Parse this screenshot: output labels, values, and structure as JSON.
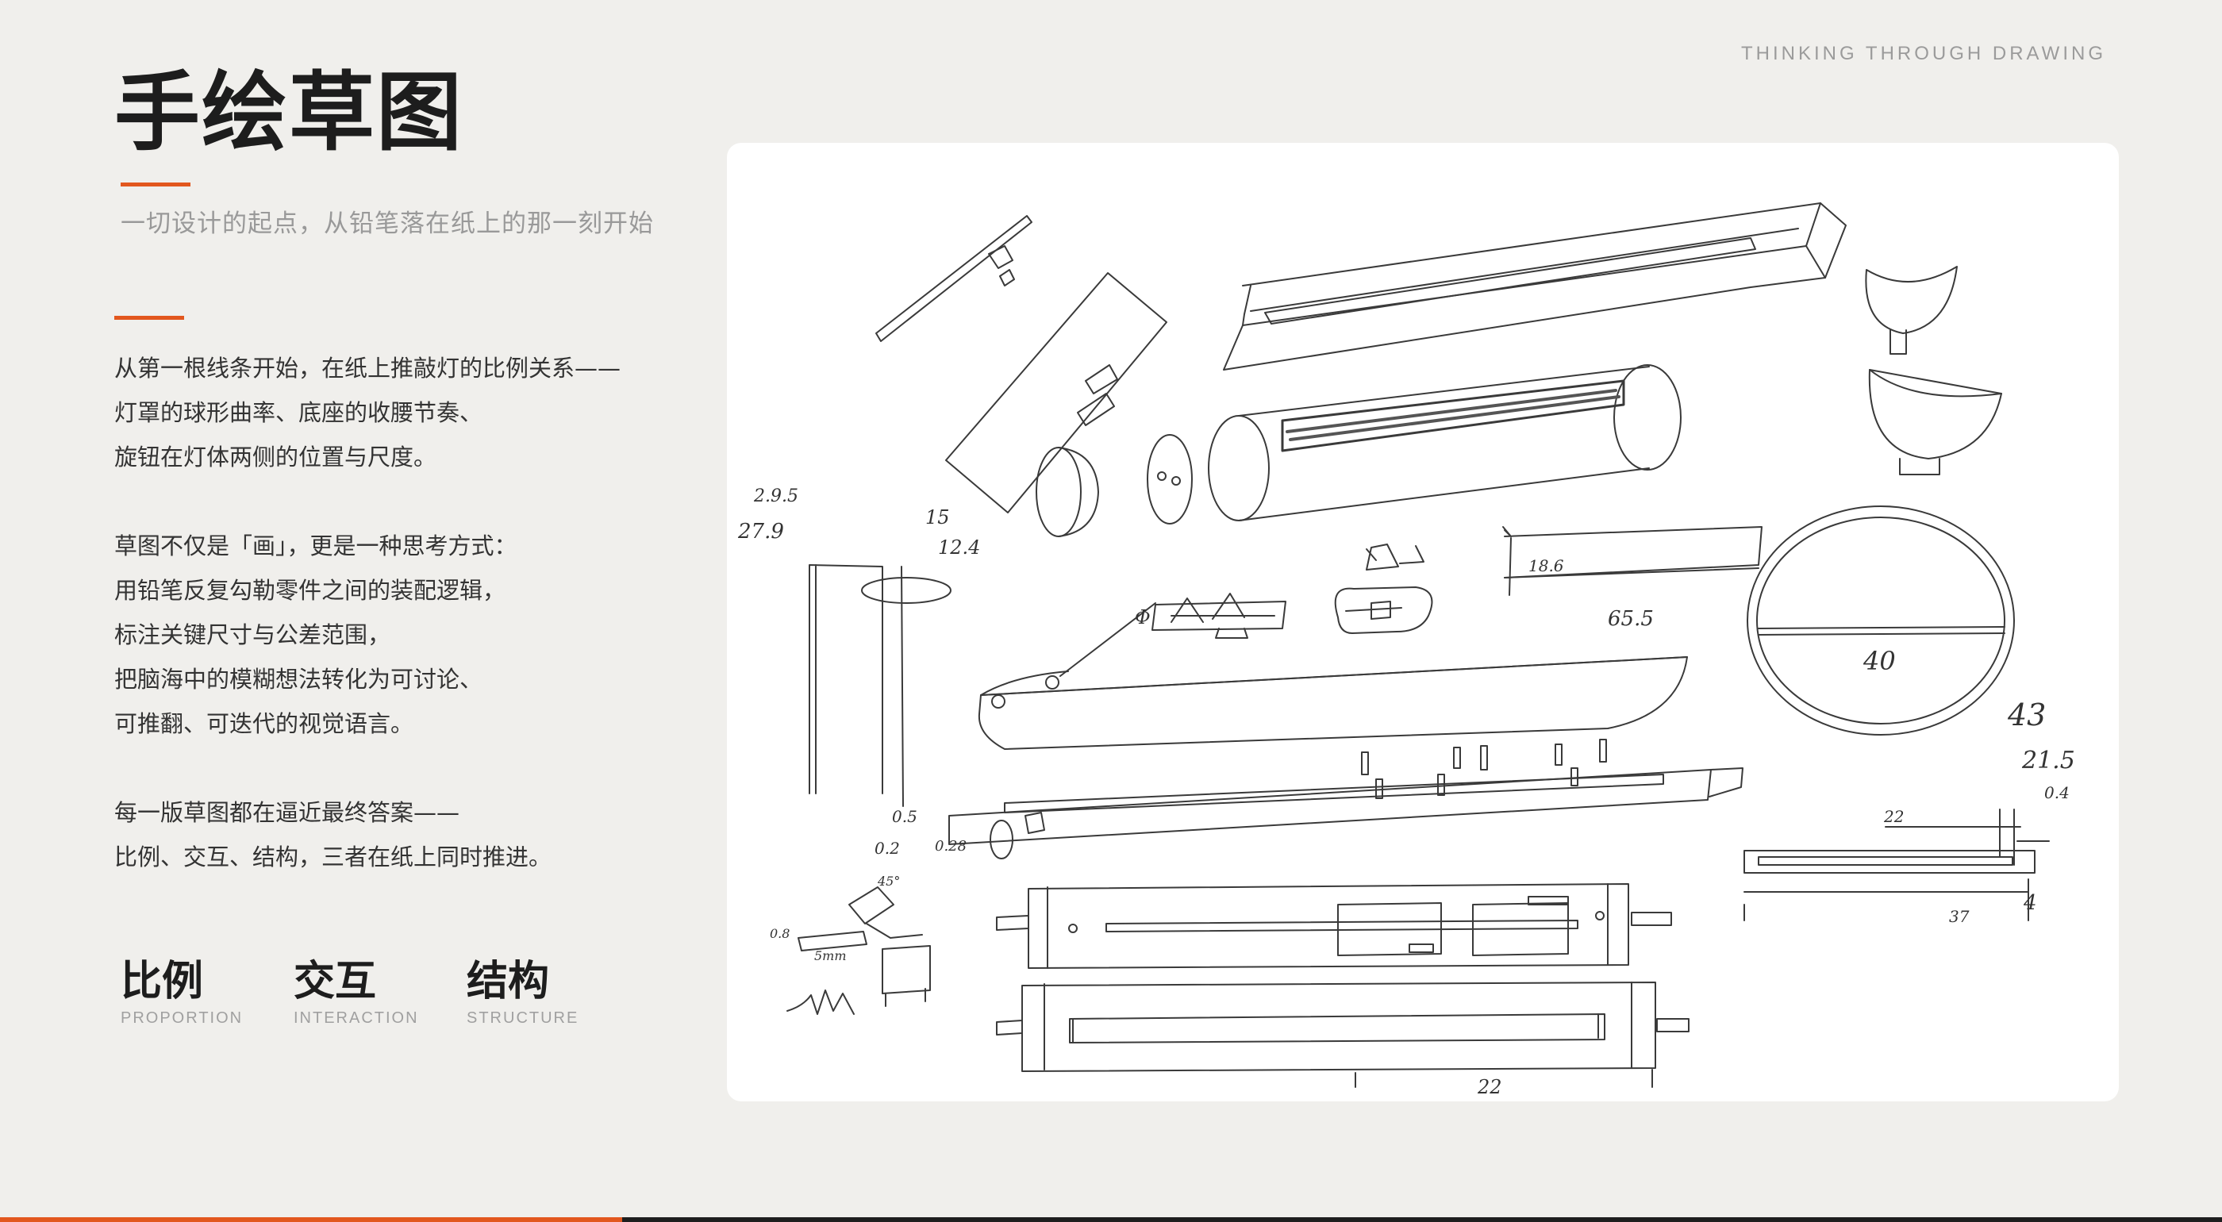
{
  "header": {
    "eyebrow": "THINKING THROUGH DRAWING",
    "title": "手绘草图",
    "subtitle": "一切设计的起点，从铅笔落在纸上的那一刻开始"
  },
  "body": {
    "paragraphs": [
      {
        "lines": [
          "从第一根线条开始，在纸上推敲灯的比例关系——",
          "灯罩的球形曲率、底座的收腰节奏、",
          "旋钮在灯体两侧的位置与尺度。"
        ]
      },
      {
        "lines": [
          "草图不仅是「画」，更是一种思考方式：",
          "用铅笔反复勾勒零件之间的装配逻辑，",
          "标注关键尺寸与公差范围，",
          "把脑海中的模糊想法转化为可讨论、",
          "可推翻、可迭代的视觉语言。"
        ]
      },
      {
        "lines": [
          "每一版草图都在逼近最终答案——",
          "比例、交互、结构，三者在纸上同时推进。"
        ]
      }
    ]
  },
  "pillars": [
    {
      "zh": "比例",
      "en": "PROPORTION"
    },
    {
      "zh": "交互",
      "en": "INTERACTION"
    },
    {
      "zh": "结构",
      "en": "STRUCTURE"
    }
  ],
  "sketch": {
    "annotations": [
      "2.9.5",
      "27.9",
      "15",
      "12.4",
      "Φ",
      "18.6",
      "65.5",
      "40",
      "43",
      "21.5",
      "0.4",
      "22",
      "4",
      "37",
      "0.5",
      "0.2",
      "0.28",
      "0.8",
      "45°",
      "5mm",
      "22"
    ]
  },
  "progress": {
    "value": 0.28
  },
  "colors": {
    "accent": "#e2571e",
    "background": "#f0efec",
    "card": "#ffffff",
    "ink": "#1d1d1d"
  }
}
